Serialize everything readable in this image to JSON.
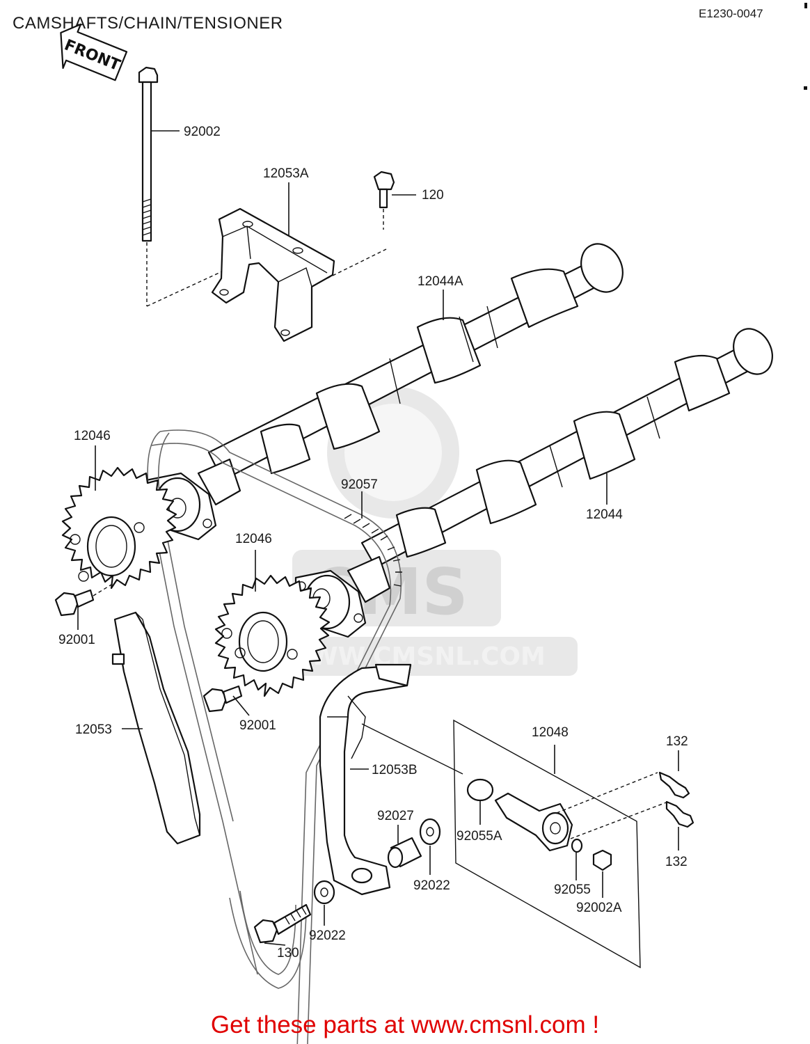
{
  "header": {
    "title": "CAMSHAFTS/CHAIN/TENSIONER",
    "diagram_code": "E1230-0047"
  },
  "front_marker": {
    "text": "FRONT",
    "icon": "front-arrow-icon"
  },
  "watermark": {
    "brand": "CMS",
    "url": "WWW.CMSNL.COM"
  },
  "parts": {
    "p92002": "92002",
    "p12053A": "12053A",
    "p120": "120",
    "p12044A": "12044A",
    "p12046_top": "12046",
    "p92057": "92057",
    "p12044": "12044",
    "p12046_mid": "12046",
    "p92001_left": "92001",
    "p92001_mid": "92001",
    "p12053": "12053",
    "p12048": "12048",
    "p132_top": "132",
    "p12053B": "12053B",
    "p92027": "92027",
    "p92055A": "92055A",
    "p132_bottom": "132",
    "p92022_mid": "92022",
    "p92055": "92055",
    "p92002A": "92002A",
    "p92022_bottom": "92022",
    "p130": "130"
  },
  "footer": {
    "text": "Get these parts at www.cmsnl.com !"
  },
  "colors": {
    "footer": "#e00000",
    "line": "#111111",
    "watermark": "#d0d0d0"
  }
}
